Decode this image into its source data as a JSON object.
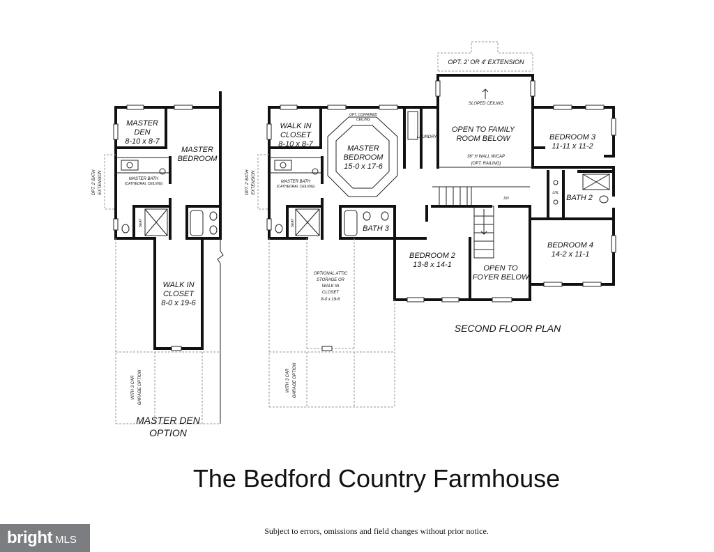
{
  "title": "The Bedford Country Farmhouse",
  "disclaimer": "Subject to errors, omissions and field changes without prior notice.",
  "watermark": {
    "logo_text": "bright",
    "suffix": "MLS"
  },
  "den_option": {
    "caption_line1": "MASTER DEN",
    "caption_line2": "OPTION",
    "den_name": "MASTER",
    "den_name2": "DEN",
    "den_size": "8-10 x 8-7",
    "bedroom_line1": "MASTER",
    "bedroom_line2": "BEDROOM",
    "bath_label": "MASTER BATH",
    "bath_sub": "(CATHEDRAL CEILING)",
    "seat": "SEAT",
    "bath_ext_line1": "OPT. 2' BATH",
    "bath_ext_line2": "EXTENSION",
    "closet_line1": "WALK IN",
    "closet_line2": "CLOSET",
    "closet_size": "8-0 x 19-6",
    "garage_line1": "WITH 3 CAR",
    "garage_line2": "GARAGE OPTION"
  },
  "second_floor": {
    "caption": "SECOND FLOOR PLAN",
    "extension": "OPT. 2' OR 4' EXTENSION",
    "sloped": "SLOPED CEILING",
    "family_line1": "OPEN TO FAMILY",
    "family_line2": "ROOM BELOW",
    "wall_line1": "36\" H WALL W/CAP",
    "wall_line2": "(OPT. RAILING)",
    "laundry": "LAUNDRY",
    "coffered_line1": "OPT. COFFERED",
    "coffered_line2": "CEILING",
    "closet_line1": "WALK IN",
    "closet_line2": "CLOSET",
    "closet_size": "8-10 x 8-7",
    "master_line1": "MASTER",
    "master_line2": "BEDROOM",
    "master_size": "15-0 x 17-6",
    "bath_label": "MASTER BATH",
    "bath_sub": "(CATHEDRAL CEILING)",
    "seat": "SEAT",
    "bath_ext_line1": "OPT. 2' BATH",
    "bath_ext_line2": "EXTENSION",
    "bath3": "BATH 3",
    "bath2": "BATH 2",
    "lin": "LIN.",
    "dn": "DN",
    "bedroom3": "BEDROOM 3",
    "bedroom3_size": "11-11 x 11-2",
    "bedroom2": "BEDROOM 2",
    "bedroom2_size": "13-8 x 14-1",
    "bedroom4": "BEDROOM 4",
    "bedroom4_size": "14-2 x 11-1",
    "foyer_line1": "OPEN TO",
    "foyer_line2": "FOYER BELOW",
    "attic_line1": "OPTIONAL ATTIC",
    "attic_line2": "STORAGE OR",
    "attic_line3": "WALK IN",
    "attic_line4": "CLOSET",
    "attic_size": "8-0 x 19-6",
    "garage_line1": "WITH 3 CAR",
    "garage_line2": "GARAGE OPTION"
  }
}
